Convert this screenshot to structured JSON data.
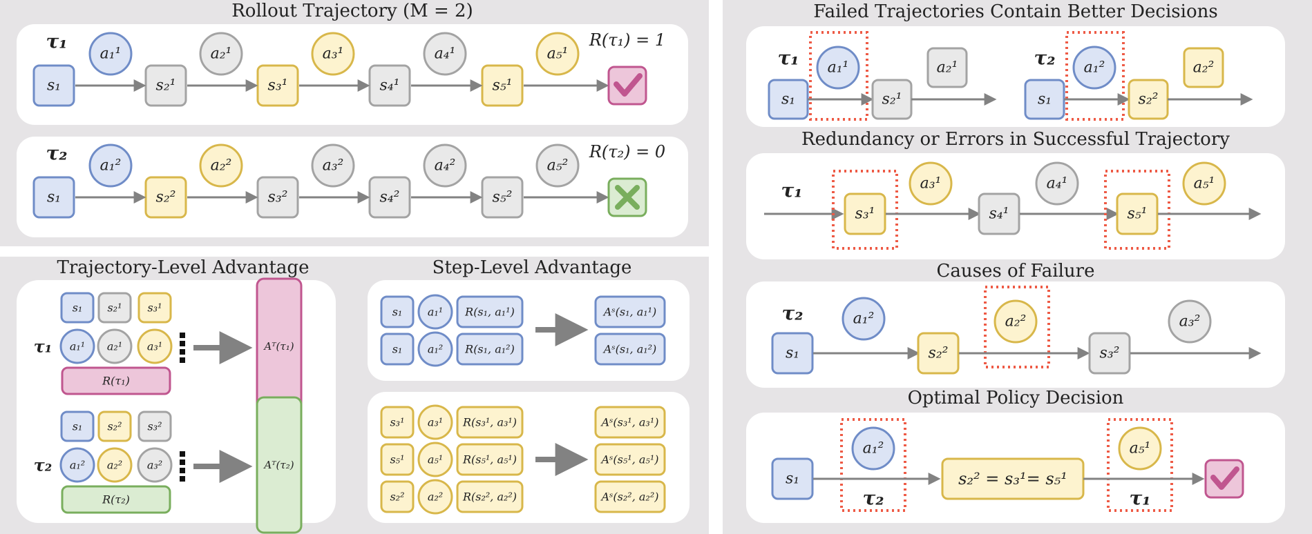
{
  "left_top": {
    "title": "Rollout Trajectory (M = 2)",
    "traj1": {
      "label": "τ₁",
      "states": [
        "s₁",
        "s₂¹",
        "s₃¹",
        "s₄¹",
        "s₅¹"
      ],
      "actions": [
        "a₁¹",
        "a₂¹",
        "a₃¹",
        "a₄¹",
        "a₅¹"
      ],
      "reward": "R(τ₁) = 1"
    },
    "traj2": {
      "label": "τ₂",
      "states": [
        "s₁",
        "s₂²",
        "s₃²",
        "s₄²",
        "s₅²"
      ],
      "actions": [
        "a₁²",
        "a₂²",
        "a₃²",
        "a₄²",
        "a₅²"
      ],
      "reward": "R(τ₂) = 0"
    }
  },
  "left_bottom": {
    "traj_title": "Trajectory-Level Advantage",
    "step_title": "Step-Level Advantage",
    "t1": {
      "label": "τ₁",
      "states": [
        "s₁",
        "s₂¹",
        "s₃¹"
      ],
      "actions": [
        "a₁¹",
        "a₂¹",
        "a₃¹"
      ],
      "reward": "R(τ₁)",
      "advantage": "Aᵀ(τ₁)"
    },
    "t2": {
      "label": "τ₂",
      "states": [
        "s₁",
        "s₂²",
        "s₃²"
      ],
      "actions": [
        "a₁²",
        "a₂²",
        "a₃²"
      ],
      "reward": "R(τ₂)",
      "advantage": "Aᵀ(τ₂)"
    },
    "step_blue": [
      {
        "s": "s₁",
        "a": "a₁¹",
        "r": "R(s₁, a₁¹)",
        "adv": "Aˢ(s₁, a₁¹)"
      },
      {
        "s": "s₁",
        "a": "a₁²",
        "r": "R(s₁, a₁²)",
        "adv": "Aˢ(s₁, a₁²)"
      }
    ],
    "step_yellow": [
      {
        "s": "s₃¹",
        "a": "a₃¹",
        "r": "R(s₃¹, a₃¹)",
        "adv": "Aˢ(s₃¹, a₃¹)"
      },
      {
        "s": "s₅¹",
        "a": "a₅¹",
        "r": "R(s₅¹, a₅¹)",
        "adv": "Aˢ(s₅¹, a₅¹)"
      },
      {
        "s": "s₂²",
        "a": "a₂²",
        "r": "R(s₂², a₂²)",
        "adv": "Aˢ(s₂², a₂²)"
      }
    ]
  },
  "right": {
    "failed_title": "Failed Trajectories Contain Better Decisions",
    "failed": {
      "t1": {
        "label": "τ₁",
        "s1": "s₁",
        "a1": "a₁¹",
        "s2": "s₂¹",
        "a2": "a₂¹"
      },
      "t2": {
        "label": "τ₂",
        "s1": "s₁",
        "a1": "a₁²",
        "s2": "s₂²",
        "a2": "a₂²"
      }
    },
    "redundancy_title": "Redundancy or Errors in Successful Trajectory",
    "redundancy": {
      "label": "τ₁",
      "states": [
        "s₃¹",
        "s₄¹",
        "s₅¹"
      ],
      "actions": [
        "a₃¹",
        "a₄¹",
        "a₅¹"
      ]
    },
    "causes_title": "Causes of Failure",
    "causes": {
      "label": "τ₂",
      "states": [
        "s₁",
        "s₂²",
        "s₃²"
      ],
      "actions": [
        "a₁²",
        "a₂²",
        "a₃²"
      ]
    },
    "optimal_title": "Optimal Policy Decision",
    "optimal": {
      "s1": "s₁",
      "a1": "a₁²",
      "merged": "s₂² = s₃¹= s₅¹",
      "a5": "a₅¹",
      "label_t2": "τ₂",
      "label_t1": "τ₁"
    }
  },
  "colors": {
    "blue_fill": "#dce4f5",
    "blue_stroke": "#6f8cc7",
    "gray_fill": "#e9e9e9",
    "gray_stroke": "#a3a3a3",
    "yellow_fill": "#fdf3cf",
    "yellow_stroke": "#d8b74a",
    "pink_fill": "#edc6da",
    "pink_stroke": "#c0568f",
    "green_fill": "#dbecd2",
    "green_stroke": "#79ae5d",
    "arrow": "#828282",
    "highlight": "#ee5a45",
    "panel": "#e6e4e6"
  }
}
